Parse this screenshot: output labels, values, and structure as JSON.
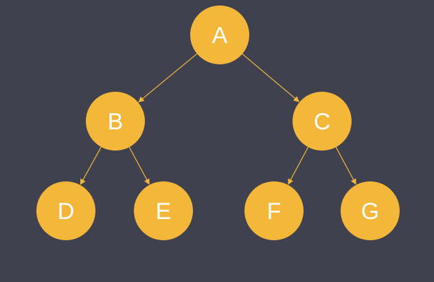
{
  "colors": {
    "background": "#3f424e",
    "node_fill": "#f4b73a",
    "edge_stroke": "#f4b73a",
    "label": "#ffffff"
  },
  "nodes": [
    {
      "id": "A",
      "label": "A"
    },
    {
      "id": "B",
      "label": "B"
    },
    {
      "id": "C",
      "label": "C"
    },
    {
      "id": "D",
      "label": "D"
    },
    {
      "id": "E",
      "label": "E"
    },
    {
      "id": "F",
      "label": "F"
    },
    {
      "id": "G",
      "label": "G"
    }
  ],
  "edges": [
    {
      "from": "A",
      "to": "B"
    },
    {
      "from": "A",
      "to": "C"
    },
    {
      "from": "B",
      "to": "D"
    },
    {
      "from": "B",
      "to": "E"
    },
    {
      "from": "C",
      "to": "F"
    },
    {
      "from": "C",
      "to": "G"
    }
  ]
}
